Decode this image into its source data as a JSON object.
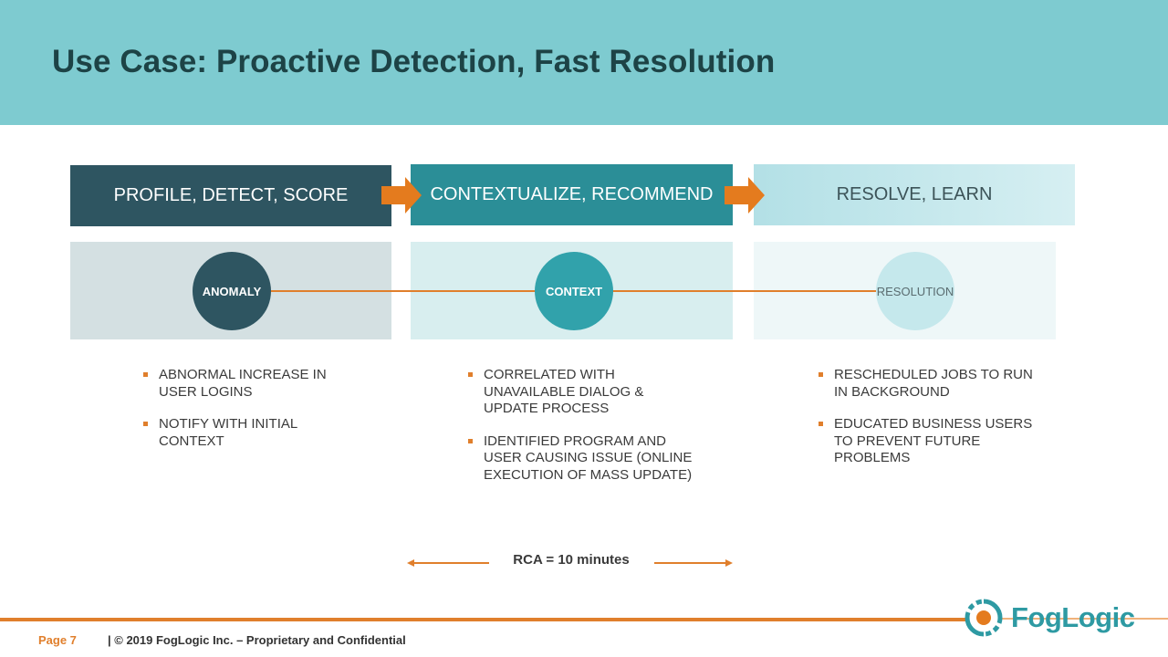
{
  "title": "Use Case: Proactive Detection, Fast Resolution",
  "stages": [
    {
      "label": "PROFILE, DETECT, SCORE",
      "node": "ANOMALY",
      "bullets": [
        "ABNORMAL INCREASE IN USER LOGINS",
        "NOTIFY WITH INITIAL CONTEXT"
      ]
    },
    {
      "label": "CONTEXTUALIZE, RECOMMEND",
      "node": "CONTEXT",
      "bullets": [
        "CORRELATED WITH UNAVAILABLE DIALOG & UPDATE PROCESS",
        "IDENTIFIED PROGRAM AND USER CAUSING ISSUE (ONLINE EXECUTION OF MASS UPDATE)"
      ]
    },
    {
      "label": "RESOLVE, LEARN",
      "node": "RESOLUTION",
      "bullets": [
        "RESCHEDULED JOBS TO RUN IN BACKGROUND",
        "EDUCATED BUSINESS USERS TO PREVENT FUTURE PROBLEMS"
      ]
    }
  ],
  "rca": "RCA = 10 minutes",
  "footer": {
    "page": "Page  7",
    "copyright": "|  © 2019 FogLogic Inc. – Proprietary and Confidential"
  },
  "logo": {
    "text": "FogLogic"
  },
  "colors": {
    "accent": "#e07f2c",
    "header": "#7ecbd0",
    "dark_teal": "#2e5561",
    "teal": "#2b8e97"
  }
}
